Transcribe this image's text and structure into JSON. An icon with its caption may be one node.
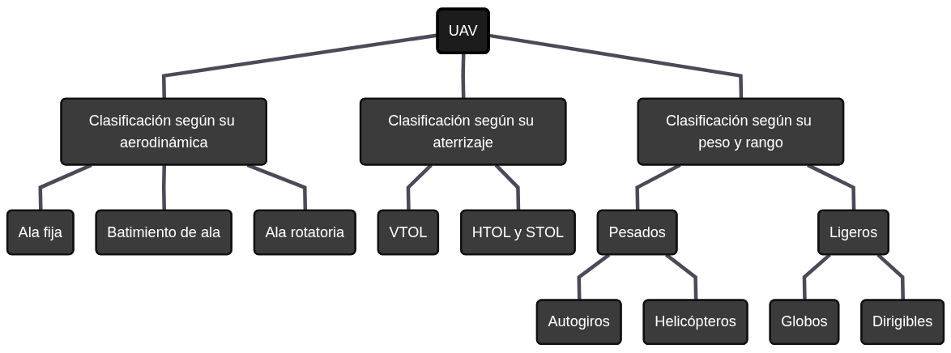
{
  "diagram": {
    "nodes": [
      {
        "text": [
          "UAV"
        ]
      },
      {
        "text": [
          "Clasificación según su aerodinámica"
        ]
      },
      {
        "text": [
          "Clasificación según su aterrizaje"
        ]
      },
      {
        "text": [
          "Clasificación según su peso y rango"
        ]
      },
      {
        "text": [
          "Ala fija"
        ]
      },
      {
        "text": [
          "Batimiento de ala"
        ]
      },
      {
        "text": [
          "Ala rotatoria"
        ]
      },
      {
        "text": [
          "VTOL"
        ]
      },
      {
        "text": [
          "HTOL y STOL"
        ]
      },
      {
        "text": [
          "Pesados"
        ]
      },
      {
        "text": [
          "Ligeros"
        ]
      },
      {
        "text": [
          "Autogiros"
        ]
      },
      {
        "text": [
          "Helicópteros"
        ]
      },
      {
        "text": [
          "Globos"
        ]
      },
      {
        "text": [
          "Dirigibles"
        ]
      }
    ],
    "edges": [
      {
        "from": 0,
        "to": 1,
        "arrow": "none"
      },
      {
        "from": 0,
        "to": 2,
        "arrow": "none"
      },
      {
        "from": 0,
        "to": 3,
        "arrow": "none"
      },
      {
        "from": 1,
        "to": 4,
        "arrow": "none"
      },
      {
        "from": 1,
        "to": 5,
        "arrow": "none"
      },
      {
        "from": 1,
        "to": 6,
        "arrow": "none"
      },
      {
        "from": 2,
        "to": 7,
        "arrow": "none"
      },
      {
        "from": 2,
        "to": 8,
        "arrow": "none"
      },
      {
        "from": 3,
        "to": 9,
        "arrow": "none"
      },
      {
        "from": 3,
        "to": 10,
        "arrow": "none"
      },
      {
        "from": 9,
        "to": 11,
        "arrow": "none"
      },
      {
        "from": 9,
        "to": 12,
        "arrow": "none"
      },
      {
        "from": 10,
        "to": 13,
        "arrow": "none"
      },
      {
        "from": 10,
        "to": 14,
        "arrow": "none"
      }
    ]
  }
}
